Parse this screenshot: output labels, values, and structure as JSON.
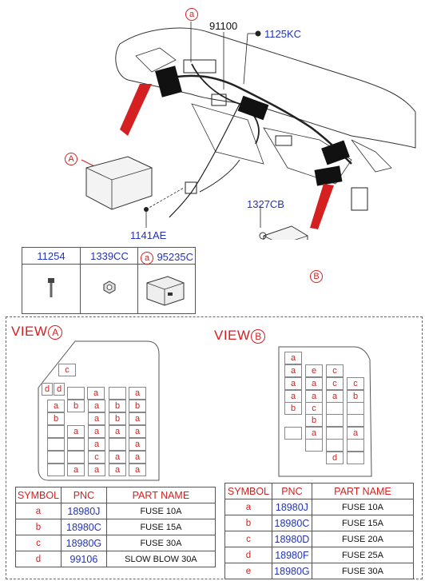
{
  "top": {
    "callout_a": "a",
    "part_91100": "91100",
    "part_1125kc": "1125KC",
    "part_1327cb": "1327CB",
    "part_1141ae": "1141AE",
    "arrow_a": "A",
    "arrow_b": "B"
  },
  "parts_table": {
    "col1": "11254",
    "col2": "1339CC",
    "col3_symbol": "a",
    "col3": "95235C"
  },
  "view_a": {
    "title": "VIEW",
    "symbol": "A",
    "cells": [
      "c",
      "d",
      "d",
      "a",
      "a",
      "a",
      "b",
      "a",
      "b",
      "b",
      "b",
      "a",
      "b",
      "a",
      "a",
      "a",
      "a",
      "a",
      "a",
      "a",
      "c",
      "a",
      "a",
      "a",
      "a",
      "a",
      "a",
      "a"
    ],
    "table": {
      "headers": [
        "SYMBOL",
        "PNC",
        "PART NAME"
      ],
      "rows": [
        {
          "symbol": "a",
          "pnc": "18980J",
          "name": "FUSE 10A"
        },
        {
          "symbol": "b",
          "pnc": "18980C",
          "name": "FUSE 15A"
        },
        {
          "symbol": "c",
          "pnc": "18980G",
          "name": "FUSE 30A"
        },
        {
          "symbol": "d",
          "pnc": "99106",
          "name": "SLOW BLOW 30A"
        }
      ]
    }
  },
  "view_b": {
    "title": "VIEW",
    "symbol": "B",
    "cells": [
      "a",
      "a",
      "e",
      "c",
      "a",
      "a",
      "c",
      "c",
      "a",
      "a",
      "a",
      "b",
      "b",
      "c",
      "b",
      "a",
      "a",
      "d",
      "a"
    ],
    "table": {
      "headers": [
        "SYMBOL",
        "PNC",
        "PART NAME"
      ],
      "rows": [
        {
          "symbol": "a",
          "pnc": "18980J",
          "name": "FUSE 10A"
        },
        {
          "symbol": "b",
          "pnc": "18980C",
          "name": "FUSE 15A"
        },
        {
          "symbol": "c",
          "pnc": "18980D",
          "name": "FUSE 20A"
        },
        {
          "symbol": "d",
          "pnc": "18980F",
          "name": "FUSE 25A"
        },
        {
          "symbol": "e",
          "pnc": "18980G",
          "name": "FUSE 30A"
        }
      ]
    }
  }
}
